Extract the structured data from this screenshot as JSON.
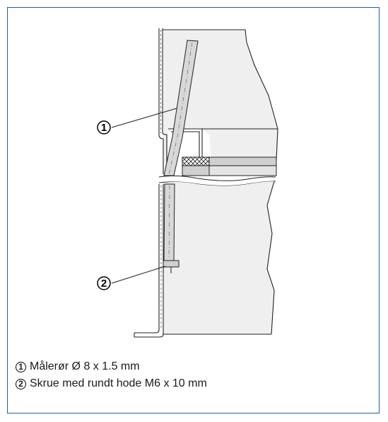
{
  "callouts": [
    {
      "number": "1"
    },
    {
      "number": "2"
    }
  ],
  "legend": [
    {
      "number": "1",
      "text": "Målerør Ø 8 x 1.5 mm"
    },
    {
      "number": "2",
      "text": "Skrue med rundt hode M6 x 10 mm"
    }
  ],
  "colors": {
    "frame_border": "#1f5ea8",
    "housing_fill": "#efefef",
    "tube_fill": "#d8d8d8",
    "plate_fill": "#cfcfcf",
    "gasket_fill": "#bdbdbd"
  }
}
